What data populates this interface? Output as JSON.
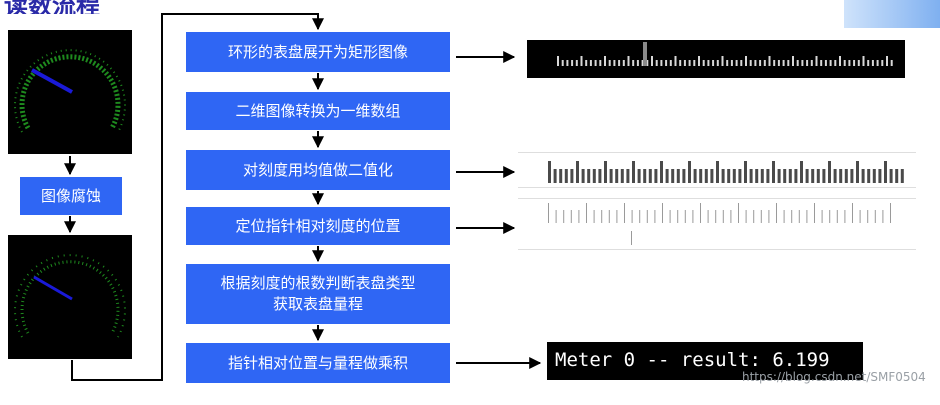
{
  "header": {
    "title": "读数流程"
  },
  "left_steps": {
    "erosion": "图像腐蚀"
  },
  "steps": [
    {
      "id": "unwrap",
      "label": "环形的表盘展开为矩形图像"
    },
    {
      "id": "flatten",
      "label": "二维图像转换为一维数组"
    },
    {
      "id": "binarize",
      "label": "对刻度用均值做二值化"
    },
    {
      "id": "locate",
      "label": "定位指针相对刻度的位置"
    },
    {
      "id": "classify",
      "label": "根据刻度的根数判断表盘类型获取表盘量程",
      "lines": [
        "根据刻度的根数判断表盘类型",
        "获取表盘量程"
      ]
    },
    {
      "id": "multiply",
      "label": "指针相对位置与量程做乘积"
    }
  ],
  "result": {
    "text": "Meter 0 -- result: 6.199"
  },
  "watermark": {
    "text": "https://blog.csdn.net/SMF0504"
  },
  "colors": {
    "step_blue": "#2f66f4",
    "dial_green": "#1e8a1e",
    "needle_blue": "#1a1ad8",
    "arrow": "#000000"
  }
}
